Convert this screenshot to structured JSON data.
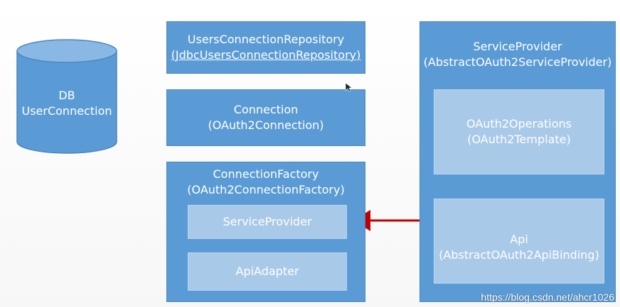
{
  "database": {
    "line1": "DB",
    "line2": "UserConnection"
  },
  "users_connection_repository": {
    "line1": "UsersConnectionRepository",
    "line2": "(JdbcUsersConnectionRepository)"
  },
  "connection": {
    "line1": "Connection",
    "line2": "(OAuth2Connection)"
  },
  "connection_factory": {
    "line1": "ConnectionFactory",
    "line2": "(OAuth2ConnectionFactory)",
    "service_provider": "ServiceProvider",
    "api_adapter": "ApiAdapter"
  },
  "service_provider_panel": {
    "line1": "ServiceProvider",
    "line2": "(AbstractOAuth2ServiceProvider)",
    "oauth2_operations": {
      "line1": "OAuth2Operations",
      "line2": "(OAuth2Template)"
    },
    "api": {
      "line1": "Api",
      "line2": "(AbstractOAuth2ApiBinding)"
    }
  },
  "watermark": "https://blog.csdn.net/ahcr1026",
  "colors": {
    "box_fill": "#5b9bd5",
    "inner_fill": "#a9c9e9",
    "arrow": "#c00000"
  }
}
